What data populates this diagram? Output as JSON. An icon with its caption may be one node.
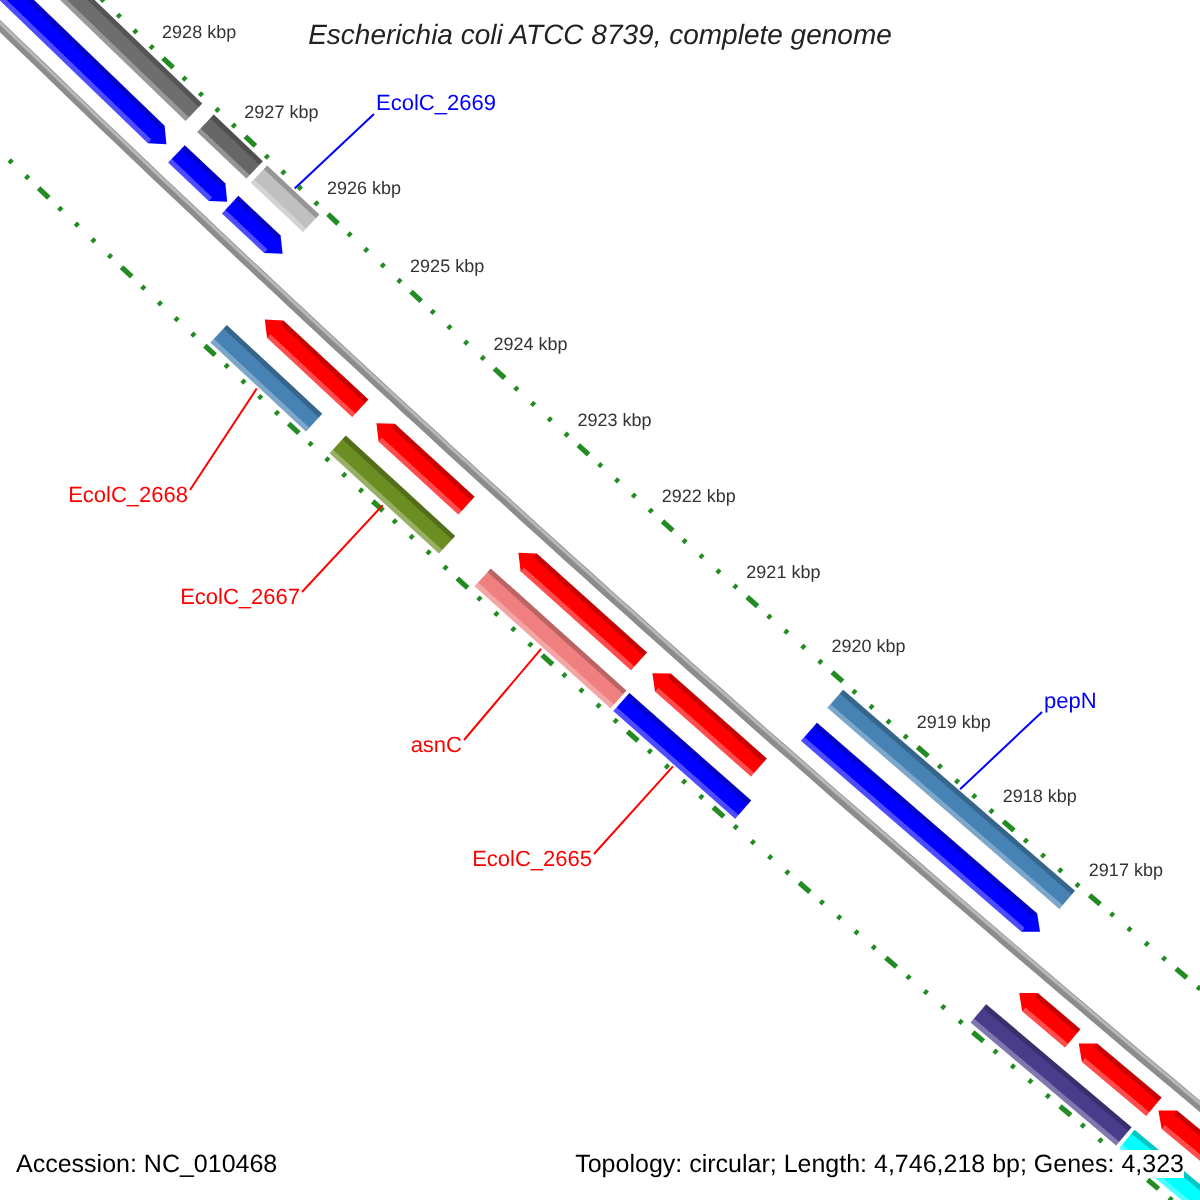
{
  "diagram": {
    "title": "Escherichia coli ATCC 8739, complete genome",
    "nodes": [
      {
        "text": [
          "EcolC_2669"
        ]
      },
      {
        "text": [],
        "shape": "bar"
      },
      {
        "text": [
          "EcolC_2668"
        ]
      },
      {
        "text": [],
        "shape": "bar"
      },
      {
        "text": [
          "EcolC_2667"
        ]
      },
      {
        "text": [],
        "shape": "bar"
      },
      {
        "text": [
          "asnC"
        ]
      },
      {
        "text": [],
        "shape": "bar"
      },
      {
        "text": [
          "EcolC_2665"
        ]
      },
      {
        "text": [],
        "shape": "bar"
      },
      {
        "text": [
          "pepN"
        ]
      },
      {
        "text": [],
        "shape": "bar"
      }
    ],
    "edges": [
      {
        "from": 0,
        "to": 1,
        "arrow": "none",
        "color": "#0000ff"
      },
      {
        "from": 2,
        "to": 3,
        "arrow": "none"
      },
      {
        "from": 4,
        "to": 5,
        "arrow": "none"
      },
      {
        "from": 6,
        "to": 7,
        "arrow": "none"
      },
      {
        "from": 8,
        "to": 9,
        "arrow": "none"
      },
      {
        "from": 10,
        "to": 11,
        "arrow": "none",
        "color": "#0000ff"
      }
    ],
    "labels": [
      "2928 kbp",
      "2927 kbp",
      "2926 kbp",
      "2925 kbp",
      "2924 kbp",
      "2923 kbp",
      "2922 kbp",
      "2921 kbp",
      "2920 kbp",
      "2919 kbp",
      "2918 kbp",
      "2917 kbp",
      "Accession: NC_010468",
      "Topology: circular; Length: 4,746,218 bp; Genes: 4,323"
    ]
  }
}
